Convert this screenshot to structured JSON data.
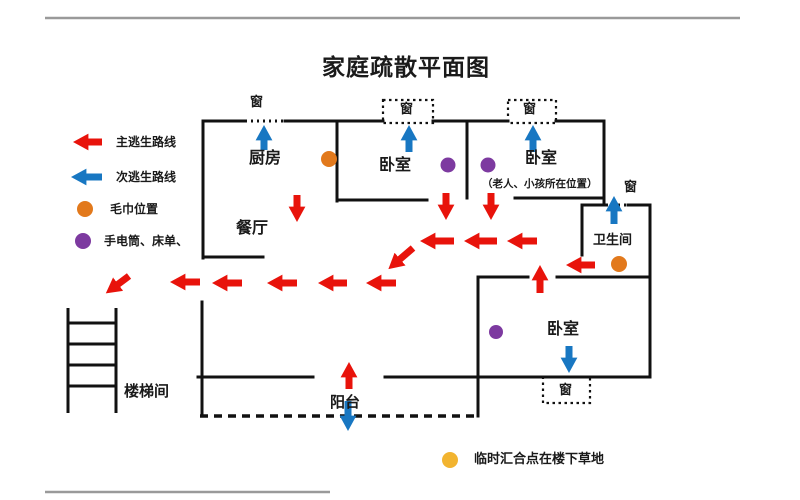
{
  "title": "家庭疏散平面图",
  "window_label": "窗",
  "rooms": {
    "kitchen": "厨房",
    "bedroom_top_left": "卧室",
    "bedroom_top_right": "卧室",
    "bedroom_bottom": "卧室",
    "dining": "餐厅",
    "bathroom": "卫生间",
    "stairwell": "楼梯间",
    "balcony": "阳台"
  },
  "notes": {
    "occupants": "（老人、小孩所在位置）",
    "assembly_point": "临时汇合点在楼下草地"
  },
  "legend": {
    "main_route": "主逃生路线",
    "secondary_route": "次逃生路线",
    "towel": "毛巾位置",
    "flashlight": "手电筒、床单、"
  },
  "colors": {
    "main_route": "#e8130b",
    "secondary_route": "#1877c2",
    "towel_marker": "#e2791c",
    "flashlight_marker": "#7d3aa0",
    "assembly_marker": "#f2b430",
    "wall": "#111111"
  }
}
